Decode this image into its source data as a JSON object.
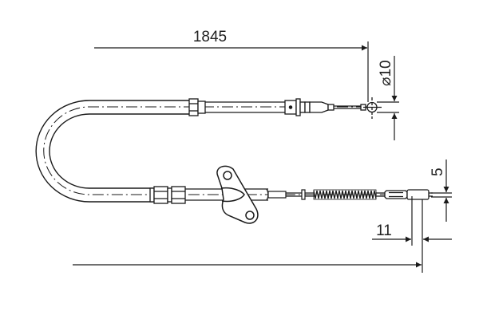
{
  "diagram": {
    "type": "technical-drawing",
    "subject": "parking brake cable",
    "line_color": "#1a1a1a",
    "background": "#ffffff",
    "dimensions": {
      "overall_length": {
        "label": "1845",
        "unit": "mm"
      },
      "end_fitting_diameter": {
        "label": "⌀10",
        "unit": "mm"
      },
      "inner_cable_diameter": {
        "label": "5",
        "unit": "mm"
      },
      "end_fitting_length": {
        "label": "11",
        "unit": "mm"
      }
    },
    "components": [
      "U-bend outer sheath",
      "upper crimp sleeve",
      "lower crimp sleeve",
      "mounting bracket with two holes",
      "return spring",
      "upper end fitting with ball/eye",
      "lower threaded end fitting"
    ]
  }
}
